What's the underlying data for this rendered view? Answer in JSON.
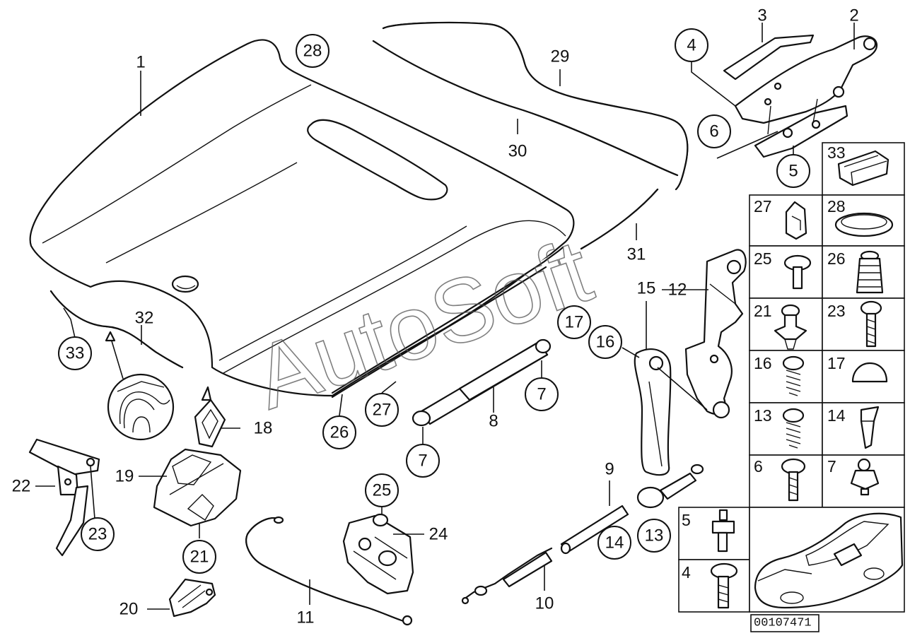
{
  "watermark": "AutoSoft",
  "diagram_number": "00107471",
  "callouts": [
    {
      "label": "1",
      "circled": false
    },
    {
      "label": "2",
      "circled": false
    },
    {
      "label": "3",
      "circled": false
    },
    {
      "label": "4",
      "circled": true
    },
    {
      "label": "5",
      "circled": true
    },
    {
      "label": "6",
      "circled": true
    },
    {
      "label": "7",
      "circled": true
    },
    {
      "label": "7",
      "circled": true
    },
    {
      "label": "8",
      "circled": false
    },
    {
      "label": "9",
      "circled": false
    },
    {
      "label": "10",
      "circled": false
    },
    {
      "label": "11",
      "circled": false
    },
    {
      "label": "12",
      "circled": false
    },
    {
      "label": "13",
      "circled": true
    },
    {
      "label": "14",
      "circled": true
    },
    {
      "label": "15",
      "circled": false
    },
    {
      "label": "16",
      "circled": true
    },
    {
      "label": "17",
      "circled": true
    },
    {
      "label": "18",
      "circled": false
    },
    {
      "label": "19",
      "circled": false
    },
    {
      "label": "20",
      "circled": false
    },
    {
      "label": "21",
      "circled": true
    },
    {
      "label": "22",
      "circled": false
    },
    {
      "label": "23",
      "circled": true
    },
    {
      "label": "24",
      "circled": false
    },
    {
      "label": "25",
      "circled": true
    },
    {
      "label": "26",
      "circled": true
    },
    {
      "label": "27",
      "circled": true
    },
    {
      "label": "28",
      "circled": true
    },
    {
      "label": "29",
      "circled": false
    },
    {
      "label": "30",
      "circled": false
    },
    {
      "label": "31",
      "circled": false
    },
    {
      "label": "32",
      "circled": false
    },
    {
      "label": "33",
      "circled": true
    }
  ],
  "fastener_table": [
    {
      "label": "33"
    },
    {
      "label": "27"
    },
    {
      "label": "28"
    },
    {
      "label": "25"
    },
    {
      "label": "26"
    },
    {
      "label": "21"
    },
    {
      "label": "23"
    },
    {
      "label": "16"
    },
    {
      "label": "17"
    },
    {
      "label": "13"
    },
    {
      "label": "14"
    },
    {
      "label": "6"
    },
    {
      "label": "7"
    },
    {
      "label": "5"
    },
    {
      "label": "4"
    }
  ]
}
